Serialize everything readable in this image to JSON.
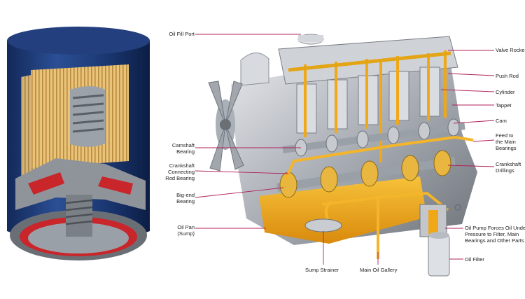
{
  "colors": {
    "leader_line": "#b0205a",
    "oil": "#f0a818",
    "filter_can": "#1e3a6e",
    "filter_media": "#e6b96a",
    "engine_metal": "#b8bcc2",
    "seal": "#c8262a"
  },
  "icons": {
    "oil_filter_cutaway": "oil-filter-cutaway-illustration",
    "engine_cutaway": "engine-cutaway-illustration",
    "fan": "fan-icon"
  },
  "labels": {
    "oil_fill_port": "Oil Fill Port",
    "valve_rocker": "Valve Rocker",
    "push_rod": "Push Rod",
    "cylinder": "Cylinder",
    "tappet": "Tappet",
    "cam": "Cam",
    "feed_main_bearings": [
      "Feed to",
      "the Main",
      "Bearings"
    ],
    "crankshaft_drillings": [
      "Crankshaft",
      "Drillings"
    ],
    "camshaft_bearing": [
      "Camshaft",
      "Bearing"
    ],
    "crankshaft_rod_bearing": [
      "Crankshaft",
      "Connecting",
      "Rod Bearing"
    ],
    "big_end_bearing": [
      "Big-end",
      "Bearing"
    ],
    "oil_pan": [
      "Oil Pan",
      "(Sump)"
    ],
    "oil_pump": [
      "Oil Pump Forces Oil Under",
      "Pressure to Filter, Main",
      "Bearings and Other Parts"
    ],
    "oil_filter": "Oil Filter",
    "sump_strainer": "Sump Strainer",
    "main_oil_gallery": "Main Oil Gallery"
  }
}
